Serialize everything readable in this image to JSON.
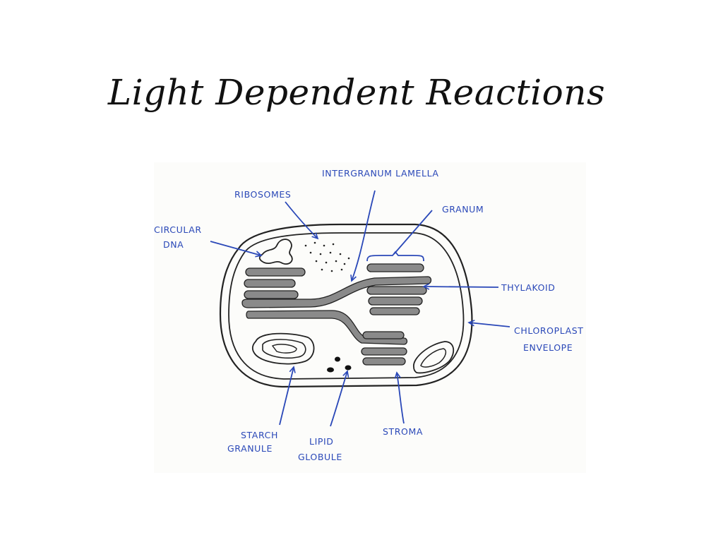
{
  "slide": {
    "title": "Light Dependent Reactions"
  },
  "diagram": {
    "labels": {
      "intergranum_lamella": "INTERGRANUM LAMELLA",
      "ribosomes": "RIBOSOMES",
      "granum": "GRANUM",
      "circular_dna_line1": "CIRCULAR",
      "circular_dna_line2": "DNA",
      "thylakoid": "THYLAKOID",
      "chloroplast_envelope_line1": "CHLOROPLAST",
      "chloroplast_envelope_line2": "ENVELOPE",
      "starch_granule_line1": "STARCH",
      "starch_granule_line2": "GRANULE",
      "lipid_globule_line1": "LIPID",
      "lipid_globule_line2": "GLOBULE",
      "stroma": "STROMA"
    },
    "colors": {
      "label": "#2a48b8",
      "ink": "#222222",
      "thylakoid_fill": "#8a8a8a"
    }
  }
}
